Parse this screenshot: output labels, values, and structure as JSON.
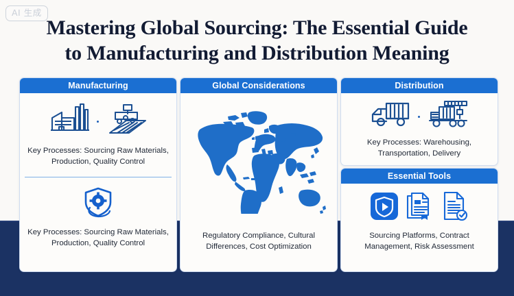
{
  "badge": {
    "label": "AI 生成",
    "name": "ai-generated-badge"
  },
  "title": {
    "line1": "Mastering Global Sourcing: The Essential Guide",
    "line2": "to Manufacturing and Distribution Meaning"
  },
  "colors": {
    "header_blue": "#1b6fd2",
    "icon_blue": "#1f6ec8",
    "icon_navy": "#1b4f92",
    "band_navy": "#1b3263",
    "title_navy": "#121b33",
    "card_bg": "#fdfcfa",
    "page_bg": "#faf9f7",
    "divider": "#7fb0e6"
  },
  "cards": [
    {
      "id": "manufacturing",
      "header": "Manufacturing",
      "sections": [
        {
          "icons": [
            "factory-icon",
            "conveyor-belt-icon"
          ],
          "caption": "Key Processes: Sourcing Raw Materials, Production, Quality Control"
        },
        {
          "icons": [
            "shield-gear-icon"
          ],
          "caption": "Key Processes: Sourcing Raw Materials, Production, Quality Control"
        }
      ]
    },
    {
      "id": "global",
      "header": "Global Considerations",
      "sections": [
        {
          "icons": [
            "world-map-icon"
          ],
          "caption": "Regulatory Compliance, Cultural Differences, Cost Optimization"
        }
      ]
    },
    {
      "id": "distribution",
      "header": "Distribution",
      "sections": [
        {
          "icons": [
            "delivery-truck-icon",
            "crane-loading-truck-icon"
          ],
          "caption": "Key Processes: Warehousing, Transportation, Delivery"
        }
      ]
    },
    {
      "id": "tools",
      "header": "Essential Tools",
      "sections": [
        {
          "icons": [
            "shield-play-icon",
            "documents-stack-icon",
            "document-verified-icon"
          ],
          "caption": "Sourcing Platforms, Contract Management, Risk Assessment"
        }
      ]
    }
  ]
}
